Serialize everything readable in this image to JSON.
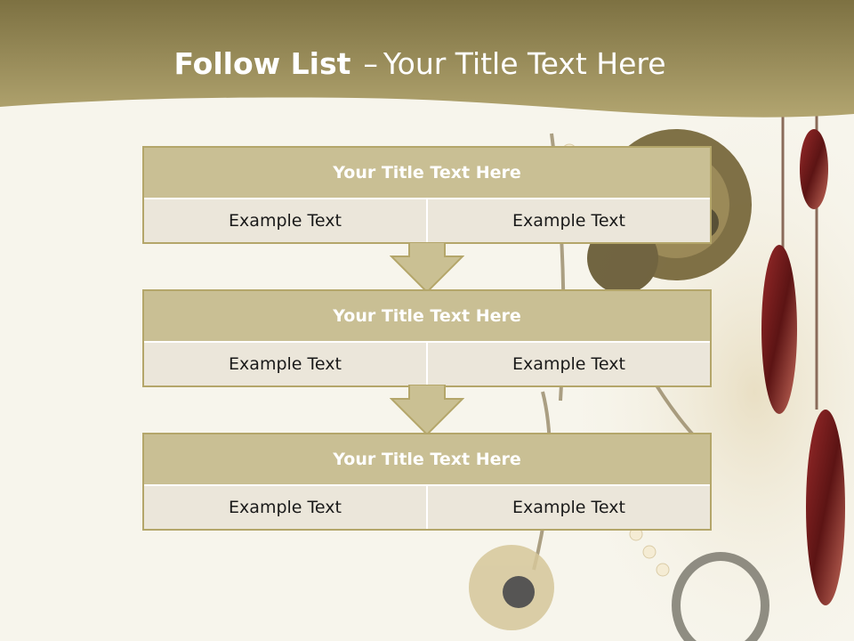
{
  "page": {
    "title_bold": "Follow List",
    "title_sep": "–",
    "title_rest": "Your Title Text Here"
  },
  "colors": {
    "header_gold": "#a89c64",
    "box_header": "#c9bf94",
    "box_cell": "#ebe6da",
    "border": "#b4a66a",
    "arrow": "#cac093",
    "background": "#f7f5ec"
  },
  "steps": [
    {
      "title": "Your Title Text Here",
      "left": "Example Text",
      "right": "Example Text"
    },
    {
      "title": "Your Title Text Here",
      "left": "Example Text",
      "right": "Example Text"
    },
    {
      "title": "Your Title Text Here",
      "left": "Example Text",
      "right": "Example Text"
    }
  ],
  "arrow_icon": "down-arrow-icon",
  "decoration": "jewelry-photo-background"
}
